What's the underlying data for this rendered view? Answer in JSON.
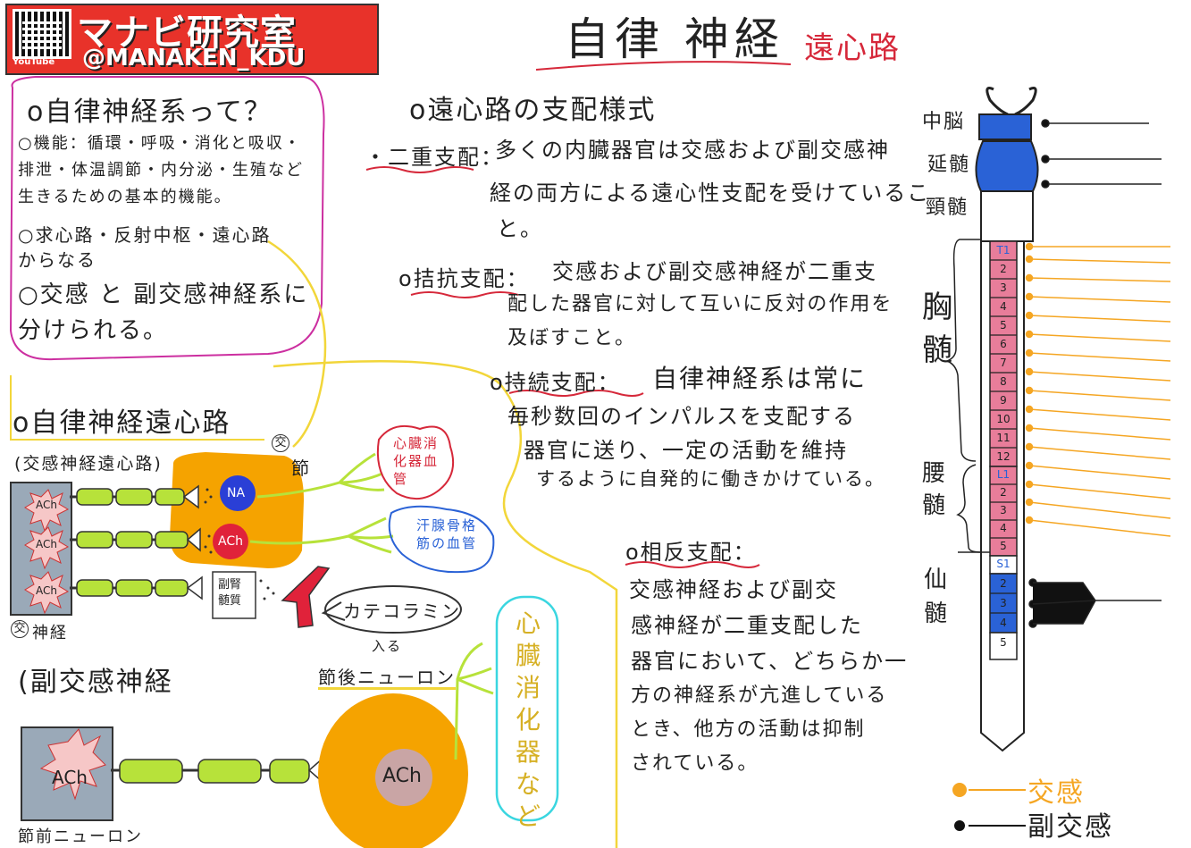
{
  "header": {
    "brand": "マナビ研究室",
    "handle": "@MANAKEN_KDU",
    "youtube": "YouTube",
    "title": "自律 神経",
    "subtitle": "遠心路"
  },
  "intro": {
    "heading": "o自律神経系って？",
    "lines": [
      "○機能：循環・呼吸・消化と吸収・",
      "排泄・体温調節・内分泌・生殖など",
      "生きるための基本的機能。"
    ],
    "composition_1": "○求心路・反射中枢・遠心路",
    "composition_2": "からなる",
    "division_1": "○交感 と 副交感神経系に",
    "division_2": "分けられる。"
  },
  "efferent": {
    "heading": "o自律神経遠心路",
    "sympathetic_paren": "(交感神経遠心路)",
    "ach": "ACh",
    "na": "NA",
    "ganglion_mark": "交",
    "ganglion_label": "節",
    "sympathetic_nerve": "神経",
    "adrenal": "副腎髄質",
    "catecholamine": "カテコラミン",
    "enter": "入る",
    "targets_red": "心臓消化器血管",
    "targets_blue": "汗腺骨格筋の血管",
    "parasympathetic_paren": "(副交感神経",
    "postganglionic": "節後ニューロン",
    "preganglionic": "節前ニューロン",
    "para_targets": "心臓消化器など"
  },
  "control": {
    "heading": "o遠心路の支配様式",
    "dual_label": "・二重支配：",
    "dual_1": "多くの内臓器官は交感および副交感神",
    "dual_2": "経の両方による遠心性支配を受けているこ",
    "dual_3": "と。",
    "antag_label": "o拮抗支配：",
    "antag_1": "交感および副交感神経が二重支",
    "antag_2": "配した器官に対して互いに反対の作用を",
    "antag_3": "及ぼすこと。",
    "tonic_label": "o持続支配：",
    "tonic_1": "自律神経系は常に",
    "tonic_2": "毎秒数回のインパルスを支配する",
    "tonic_3": "器官に送り、一定の活動を維持",
    "tonic_4": "するように自発的に働きかけている。",
    "recip_label": "o相反支配：",
    "recip_1": "交感神経および副交",
    "recip_2": "感神経が二重支配した",
    "recip_3": "器官において、どちらか一",
    "recip_4": "方の神経系が亢進している",
    "recip_5": "とき、他方の活動は抑制",
    "recip_6": "されている。"
  },
  "spine": {
    "midbrain": "中脳",
    "medulla": "延髄",
    "cervical": "頸髄",
    "thoracic": "胸髄",
    "lumbar": "腰髄",
    "sacral": "仙髄",
    "t_segments": [
      "1",
      "2",
      "3",
      "4",
      "5",
      "6",
      "7",
      "8",
      "9",
      "10",
      "11",
      "12"
    ],
    "l_segments": [
      "1",
      "2",
      "3",
      "4",
      "5"
    ],
    "s_segments": [
      "1",
      "2",
      "3",
      "4",
      "5"
    ],
    "t_prefix": "T",
    "l_prefix": "L",
    "s_prefix": "S"
  },
  "legend": {
    "sympathetic": "交感",
    "parasympathetic": "副交感"
  },
  "colors": {
    "brand_red": "#e8322a",
    "sympathetic_orange": "#f5a623",
    "para_black": "#111111",
    "blue": "#2a62d6",
    "pink": "#e87d9a",
    "ganglion_orange": "#f5a300",
    "green": "#b7e23a",
    "gray_box": "#9aa9b8"
  }
}
